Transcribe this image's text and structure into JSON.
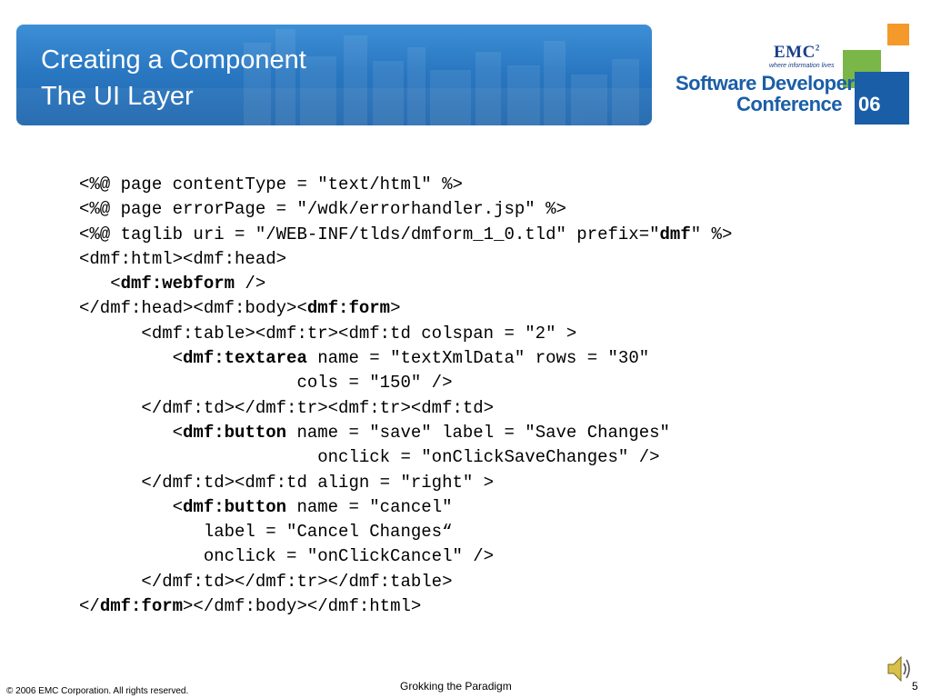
{
  "slide": {
    "title_line1": "Creating a Component",
    "title_line2": "The UI Layer"
  },
  "logo": {
    "brand": "EMC",
    "brand_sup": "2",
    "tagline": "where information lives",
    "conf_line1": "Software Developer",
    "conf_line2": "Conference",
    "conf_year": "06",
    "colors": {
      "orange": "#f39a2b",
      "green": "#7ab648",
      "blue": "#1a5ea8"
    }
  },
  "code": [
    {
      "t": "<%@ page contentType = \"text/html\" %>"
    },
    {
      "t": "<%@ page errorPage = \"/wdk/errorhandler.jsp\" %>"
    },
    {
      "t": "<%@ taglib uri = \"/WEB-INF/tlds/dmform_1_0.tld\" prefix=\"",
      "b": "dmf",
      "a": "\" %>"
    },
    {
      "t": "<dmf:html><dmf:head>"
    },
    {
      "t": "   <",
      "b": "dmf:webform",
      "a": " />"
    },
    {
      "t": "</dmf:head><dmf:body><",
      "b": "dmf:form",
      "a": ">"
    },
    {
      "t": "      <dmf:table><dmf:tr><dmf:td colspan = \"2\" >"
    },
    {
      "t": "         <",
      "b": "dmf:textarea",
      "a": " name = \"textXmlData\" rows = \"30\""
    },
    {
      "t": "                     cols = \"150\" />"
    },
    {
      "t": "      </dmf:td></dmf:tr><dmf:tr><dmf:td>"
    },
    {
      "t": "         <",
      "b": "dmf:button",
      "a": " name = \"save\" label = \"Save Changes\""
    },
    {
      "t": "                       onclick = \"onClickSaveChanges\" />"
    },
    {
      "t": "      </dmf:td><dmf:td align = \"right\" >"
    },
    {
      "t": "         <",
      "b": "dmf:button",
      "a": " name = \"cancel\""
    },
    {
      "t": "            label = \"Cancel Changes“"
    },
    {
      "t": "            onclick = \"onClickCancel\" />"
    },
    {
      "t": "      </dmf:td></dmf:tr></dmf:table>"
    },
    {
      "t": "</",
      "b": "dmf:form",
      "a": "></dmf:body></dmf:html>"
    }
  ],
  "footer": {
    "copyright": "© 2006 EMC Corporation. All rights reserved.",
    "center": "Grokking the Paradigm",
    "page": "5"
  }
}
